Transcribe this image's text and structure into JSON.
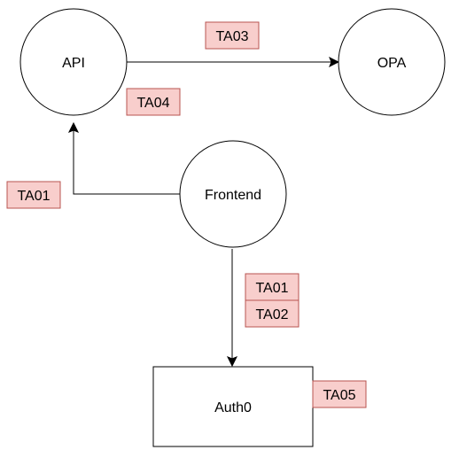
{
  "nodes": {
    "api": {
      "label": "API",
      "shape": "circle"
    },
    "opa": {
      "label": "OPA",
      "shape": "circle"
    },
    "frontend": {
      "label": "Frontend",
      "shape": "circle"
    },
    "auth0": {
      "label": "Auth0",
      "shape": "rectangle"
    }
  },
  "edges": [
    {
      "from": "API",
      "to": "OPA",
      "tags": [
        "TA03"
      ]
    },
    {
      "from": "Frontend",
      "to": "API",
      "tags": [
        "TA01"
      ]
    },
    {
      "from": "Frontend",
      "to": "Auth0",
      "tags": [
        "TA01",
        "TA02"
      ]
    }
  ],
  "tags": {
    "api_opa": "TA03",
    "api_node": "TA04",
    "frontend_api": "TA01",
    "frontend_auth0_1": "TA01",
    "frontend_auth0_2": "TA02",
    "auth0_node": "TA05"
  },
  "colors": {
    "tag_fill": "#f8cecc",
    "tag_stroke": "#b85450",
    "line": "#000000"
  }
}
